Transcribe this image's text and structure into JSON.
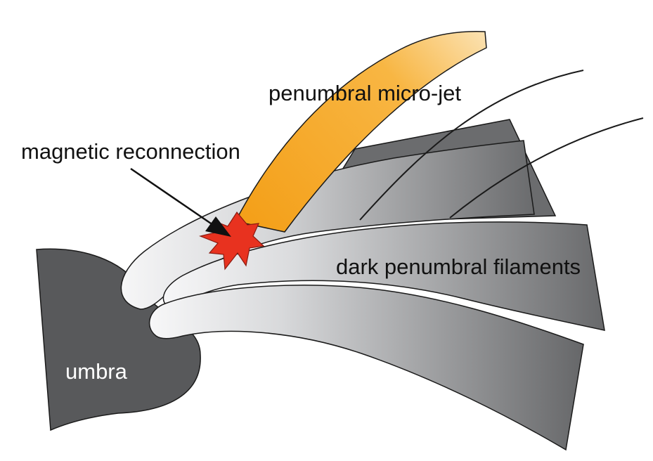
{
  "labels": {
    "micro_jet": "penumbral micro-jet",
    "reconnection": "magnetic reconnection",
    "filaments": "dark penumbral filaments",
    "umbra": "umbra"
  },
  "colors": {
    "umbra": "#58595b",
    "filament_dark": "#696a6c",
    "filament_light": "#f4f4f5",
    "jet": "#f6a924",
    "reconnection_burst": "#e8321f",
    "outline": "#1a1a1a",
    "arrow": "#111111",
    "label_text": "#111111",
    "umbra_text": "#ffffff"
  }
}
